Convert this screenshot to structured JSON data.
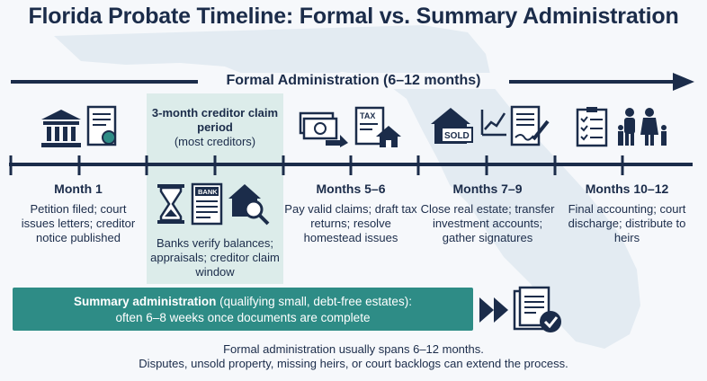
{
  "title": "Florida Probate Timeline: Formal vs. Summary Administration",
  "formal_label": "Formal Administration (6–12 months)",
  "creditor_period": {
    "title_bold": "3-month creditor claim period",
    "title_sub": "(most creditors)",
    "body": "Banks verify balances; appraisals; creditor claim window"
  },
  "stages": [
    {
      "heading": "Month 1",
      "body": "Petition filed; court issues letters; creditor notice published"
    },
    {
      "heading": "Months 5–6",
      "body": "Pay valid claims; draft tax returns; resolve homestead issues"
    },
    {
      "heading": "Months 7–9",
      "body": "Close real estate; transfer investment accounts; gather signatures"
    },
    {
      "heading": "Months 10–12",
      "body": "Final accounting; court discharge; distribute to heirs"
    }
  ],
  "icon_labels": {
    "bank": "BANK",
    "tax": "TAX",
    "sold": "SOLD"
  },
  "summary": {
    "bold": "Summary administration",
    "rest": " (qualifying small, debt-free estates):",
    "line2": "often 6–8 weeks once documents are complete"
  },
  "note": {
    "line1": "Formal administration usually spans 6–12 months.",
    "line2": "Disputes, unsold property, missing heirs, or court backlogs can extend the process."
  },
  "colors": {
    "navy": "#1b2c4a",
    "teal": "#2e8c86",
    "shade": "#dcecea",
    "map": "#e3ebf2"
  },
  "icons": [
    "courthouse-icon",
    "certificate-icon",
    "hourglass-icon",
    "bank-statement-icon",
    "house-search-icon",
    "money-transfer-icon",
    "tax-house-icon",
    "sold-house-icon",
    "growth-chart-icon",
    "signed-document-icon",
    "checklist-icon",
    "family-icon",
    "double-chevron-icon",
    "completed-documents-icon"
  ]
}
